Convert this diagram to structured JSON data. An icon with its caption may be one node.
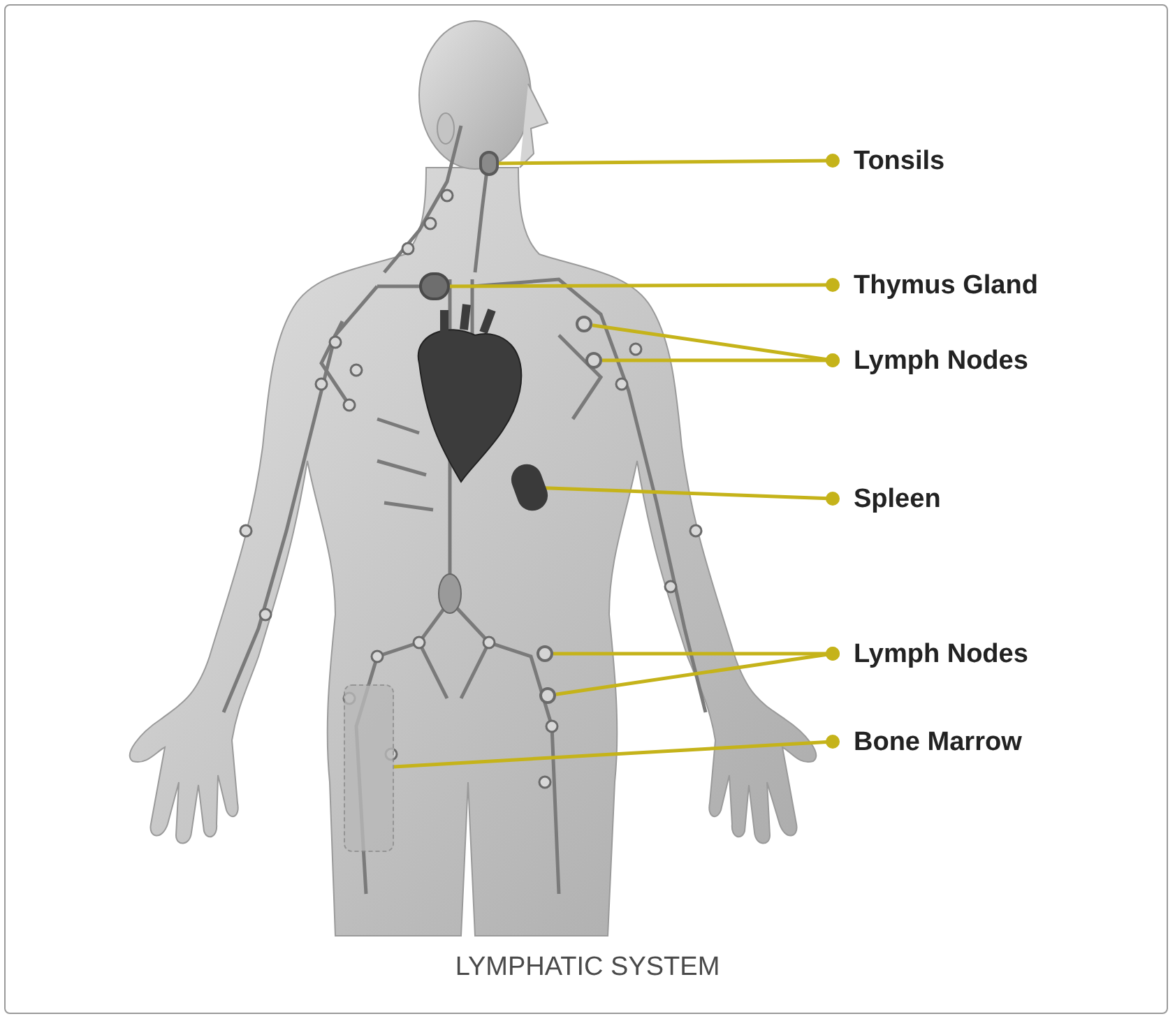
{
  "diagram": {
    "caption": "LYMPHATIC SYSTEM",
    "nodes": [
      {
        "text": [
          "Tonsils"
        ]
      },
      {
        "text": [],
        "shape": "circle"
      },
      {
        "text": [
          "Thymus Gland"
        ]
      },
      {
        "text": [],
        "shape": "circle"
      },
      {
        "text": [
          "Lymph Nodes"
        ]
      },
      {
        "text": [],
        "shape": "circle"
      },
      {
        "text": [],
        "shape": "circle"
      },
      {
        "text": [
          "Spleen"
        ]
      },
      {
        "text": [],
        "shape": "circle"
      },
      {
        "text": [
          "Lymph Nodes"
        ]
      },
      {
        "text": [],
        "shape": "circle"
      },
      {
        "text": [],
        "shape": "circle"
      },
      {
        "text": [
          "Bone Marrow"
        ]
      },
      {
        "text": [],
        "shape": "box"
      }
    ],
    "edges": [
      {
        "from": 0,
        "to": 1,
        "arrow": "other"
      },
      {
        "from": 2,
        "to": 3,
        "arrow": "other"
      },
      {
        "from": 4,
        "to": 5,
        "arrow": "other"
      },
      {
        "from": 4,
        "to": 6,
        "arrow": "other"
      },
      {
        "from": 7,
        "to": 8,
        "arrow": "other"
      },
      {
        "from": 9,
        "to": 10,
        "arrow": "other"
      },
      {
        "from": 9,
        "to": 11,
        "arrow": "other"
      },
      {
        "from": 12,
        "to": 13,
        "arrow": "other"
      }
    ]
  }
}
